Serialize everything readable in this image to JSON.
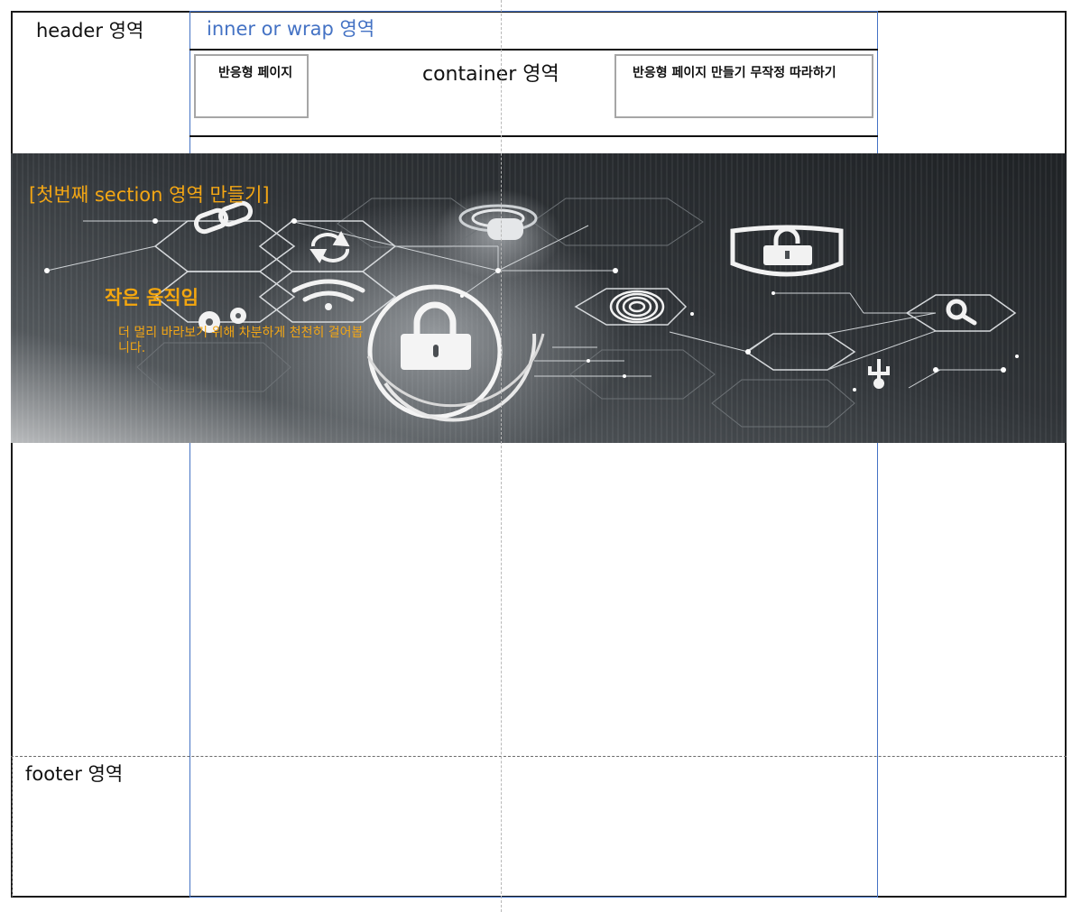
{
  "labels": {
    "header": "header 영역",
    "inner": "inner or wrap 영역",
    "container": "container 영역",
    "footer": "footer 영역"
  },
  "boxes": {
    "left": "반응형 페이지",
    "right": "반응형 페이지 만들기 무작정 따라하기"
  },
  "section": {
    "title": "[첫번째 section 영역 만들기]",
    "subtitle": "작은 움직임",
    "description": "더 멀리 바라보기 위해 차분하게 천천히 걸어봅니다."
  },
  "colors": {
    "inner_border": "#4472c4",
    "accent_text": "#f3a614",
    "banner_bg": "#2b2f33"
  },
  "icons": [
    "chain-link-icon",
    "refresh-icon",
    "wifi-icon",
    "gear-icon",
    "fingerprint-icon",
    "padlock-icon",
    "shield-lock-icon",
    "magnifier-icon",
    "usb-icon",
    "touch-icon"
  ]
}
